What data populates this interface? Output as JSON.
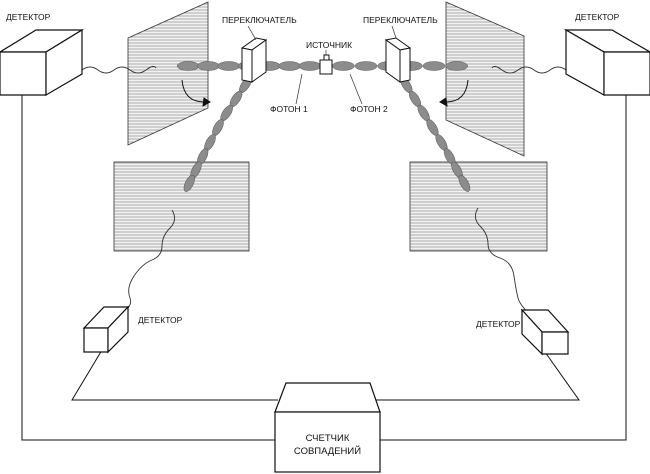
{
  "labels": {
    "detector_top_left": "ДЕТЕКТОР",
    "detector_top_right": "ДЕТЕКТОР",
    "switch_left": "ПЕРЕКЛЮЧАТЕЛЬ",
    "switch_right": "ПЕРЕКЛЮЧАТЕЛЬ",
    "source": "ИСТОЧНИК",
    "photon_1": "ФОТОН 1",
    "photon_2": "ФОТОН 2",
    "detector_bottom_left": "ДЕТЕКТОР",
    "detector_bottom_right": "ДЕТЕКТОР",
    "counter_line1": "СЧЕТЧИК",
    "counter_line2": "СОВПАДЕНИЙ"
  },
  "colors": {
    "line": "#111111",
    "screen_fill": "#e6e6e6",
    "photon_fill": "#8c8c8c"
  }
}
